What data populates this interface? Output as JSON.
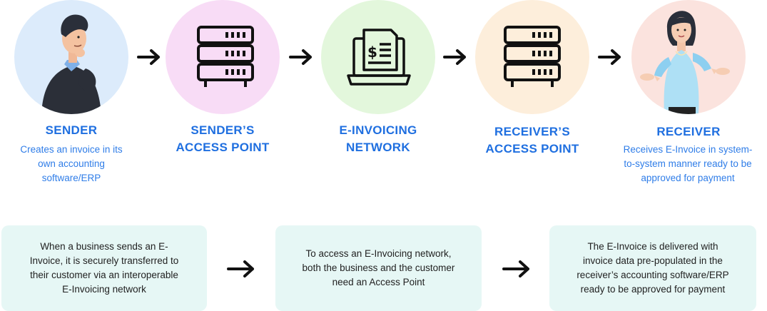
{
  "steps": [
    {
      "title_line1": "SENDER",
      "title_line2": "",
      "desc_lines": [
        "Creates an invoice in its",
        "own accounting",
        "software/ERP"
      ],
      "bg": "#dcebfb"
    },
    {
      "title_line1": "SENDER’S",
      "title_line2": "ACCESS POINT",
      "desc_lines": [],
      "bg": "#f8dcf6"
    },
    {
      "title_line1": "E-INVOICING",
      "title_line2": "NETWORK",
      "desc_lines": [],
      "bg": "#e3f7dc"
    },
    {
      "title_line1": "RECEIVER’S",
      "title_line2": "ACCESS POINT",
      "desc_lines": [],
      "bg": "#fdeedb"
    },
    {
      "title_line1": "RECEIVER",
      "title_line2": "",
      "desc_lines": [
        "Receives E-Invoice in system-",
        "to-system manner ready to be",
        "approved for payment"
      ],
      "bg": "#fbe3de"
    }
  ],
  "cards": [
    {
      "lines": [
        "When a business sends an E-",
        "Invoice, it is securely transferred to",
        "their customer via an interoperable",
        "E-Invoicing network"
      ]
    },
    {
      "lines": [
        "To access an E-Invoicing network,",
        "both the business and the customer",
        "need an Access Point"
      ]
    },
    {
      "lines": [
        "The E-Invoice is delivered with",
        "invoice data pre-populated in the",
        "receiver’s accounting software/ERP",
        "ready to be approved for payment"
      ]
    }
  ],
  "colors": {
    "title": "#1f6fe0",
    "card_bg": "#e6f7f5"
  },
  "icons": [
    "sender-person-icon",
    "server-icon",
    "laptop-invoice-icon",
    "server-icon",
    "receiver-person-icon"
  ]
}
